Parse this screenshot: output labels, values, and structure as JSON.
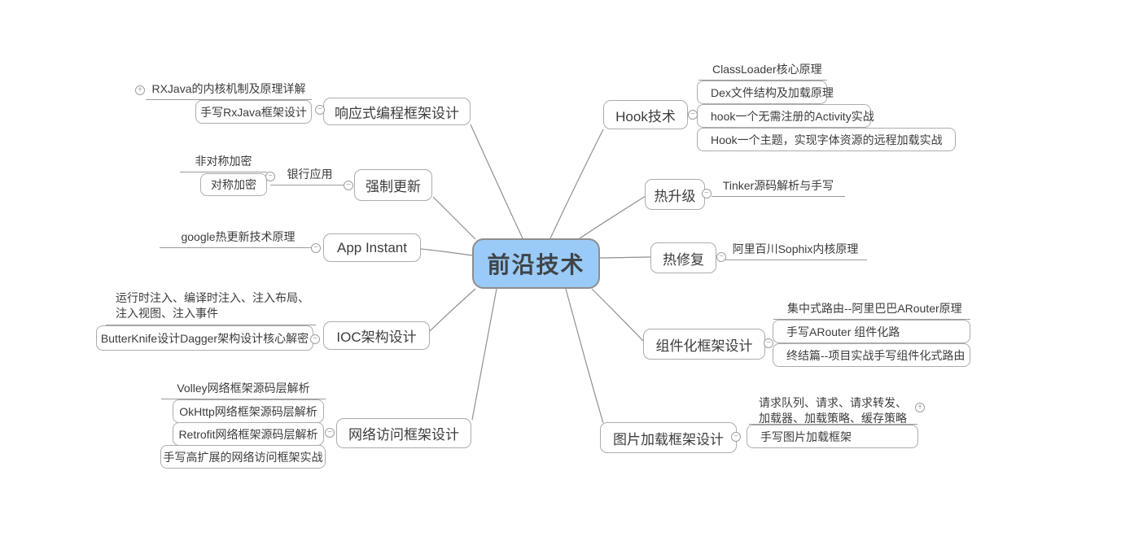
{
  "center": {
    "label": "前沿技术"
  },
  "icons": {
    "collapse": "−",
    "expand": "+"
  },
  "colors": {
    "center_fill": "#9ACAF7",
    "center_border": "#8E8E8E",
    "node_border": "#ACACAC",
    "line": "#909090",
    "text": "#3C3C3C"
  },
  "branches": [
    {
      "label": "响应式编程框架设计",
      "children": [
        {
          "label": "RXJava的内核机制及原理详解"
        },
        {
          "label": "手写RxJava框架设计"
        }
      ]
    },
    {
      "label": "强制更新",
      "link_label": "银行应用",
      "children": [
        {
          "label": "非对称加密"
        },
        {
          "label": "对称加密"
        }
      ]
    },
    {
      "label": "App Instant",
      "children": [
        {
          "label": "google热更新技术原理"
        }
      ]
    },
    {
      "label": "IOC架构设计",
      "children": [
        {
          "label": "运行时注入、编译时注入、注入布局、注入视图、注入事件"
        },
        {
          "label": "ButterKnife设计Dagger架构设计核心解密"
        }
      ]
    },
    {
      "label": "网络访问框架设计",
      "children": [
        {
          "label": "Volley网络框架源码层解析"
        },
        {
          "label": "OkHttp网络框架源码层解析"
        },
        {
          "label": "Retrofit网络框架源码层解析"
        },
        {
          "label": "手写高扩展的网络访问框架实战"
        }
      ]
    },
    {
      "label": "Hook技术",
      "children": [
        {
          "label": "ClassLoader核心原理"
        },
        {
          "label": "Dex文件结构及加载原理"
        },
        {
          "label": "hook一个无需注册的Activity实战"
        },
        {
          "label": "Hook一个主题，实现字体资源的远程加载实战"
        }
      ]
    },
    {
      "label": "热升级",
      "children": [
        {
          "label": "Tinker源码解析与手写"
        }
      ]
    },
    {
      "label": "热修复",
      "children": [
        {
          "label": "阿里百川Sophix内核原理"
        }
      ]
    },
    {
      "label": "组件化框架设计",
      "children": [
        {
          "label": "集中式路由--阿里巴巴ARouter原理"
        },
        {
          "label": "手写ARouter 组件化路"
        },
        {
          "label": "终结篇--项目实战手写组件化式路由"
        }
      ]
    },
    {
      "label": "图片加载框架设计",
      "children": [
        {
          "label": "请求队列、请求、请求转发、加载器、加载策略、缓存策略"
        },
        {
          "label": "手写图片加载框架"
        }
      ]
    }
  ]
}
